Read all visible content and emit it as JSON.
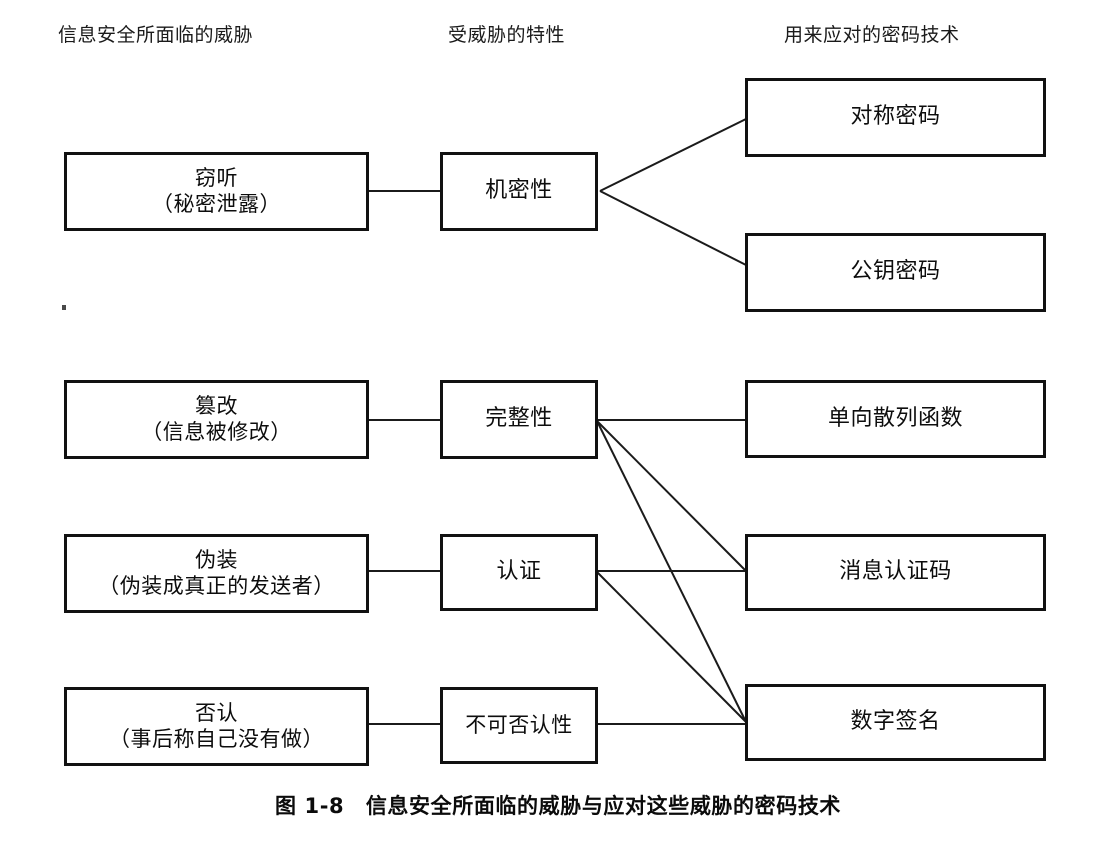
{
  "figure": {
    "caption": "图 1-8　信息安全所面临的威胁与应对这些威胁的密码技术",
    "columns": {
      "threats_header": "信息安全所面临的威胁",
      "properties_header": "受威胁的特性",
      "cryptography_header": "用来应对的密码技术"
    },
    "colors": {
      "background": "#ffffff",
      "box_border": "#111111",
      "text": "#0d0d0d",
      "edge": "#1b1b1b"
    }
  },
  "threats": [
    {
      "name": "窃听",
      "detail": "（秘密泄露）"
    },
    {
      "name": "篡改",
      "detail": "（信息被修改）"
    },
    {
      "name": "伪装",
      "detail": "（伪装成真正的发送者）"
    },
    {
      "name": "否认",
      "detail": "（事后称自己没有做）"
    }
  ],
  "properties": [
    {
      "name": "机密性"
    },
    {
      "name": "完整性"
    },
    {
      "name": "认证"
    },
    {
      "name": "不可否认性"
    }
  ],
  "cryptography": [
    {
      "name": "对称密码"
    },
    {
      "name": "公钥密码"
    },
    {
      "name": "单向散列函数"
    },
    {
      "name": "消息认证码"
    },
    {
      "name": "数字签名"
    }
  ],
  "edges": [
    {
      "from": "窃听",
      "to": "机密性"
    },
    {
      "from": "篡改",
      "to": "完整性"
    },
    {
      "from": "伪装",
      "to": "认证"
    },
    {
      "from": "否认",
      "to": "不可否认性"
    },
    {
      "from": "机密性",
      "to": "对称密码"
    },
    {
      "from": "机密性",
      "to": "公钥密码"
    },
    {
      "from": "完整性",
      "to": "单向散列函数"
    },
    {
      "from": "完整性",
      "to": "消息认证码"
    },
    {
      "from": "完整性",
      "to": "数字签名"
    },
    {
      "from": "认证",
      "to": "消息认证码"
    },
    {
      "from": "认证",
      "to": "数字签名"
    },
    {
      "from": "不可否认性",
      "to": "数字签名"
    }
  ]
}
